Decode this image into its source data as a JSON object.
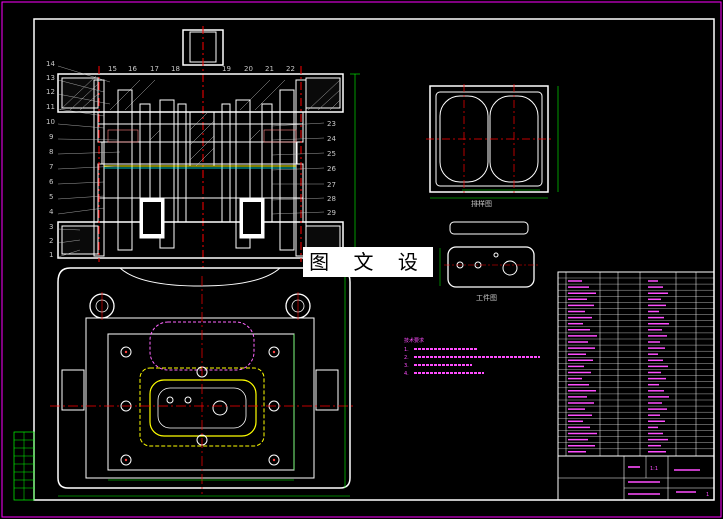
{
  "drawing": {
    "watermark": "图 文 设 计",
    "part_numbers_left": [
      "14",
      "13",
      "12",
      "11",
      "10",
      "9",
      "8",
      "7",
      "6",
      "5",
      "4",
      "3",
      "2",
      "1"
    ],
    "part_numbers_top": [
      "15",
      "16",
      "17",
      "18",
      "19",
      "20",
      "21",
      "22"
    ],
    "part_numbers_right": [
      "23",
      "24",
      "25",
      "26",
      "27",
      "28",
      "29"
    ],
    "view_labels": {
      "blank": "排样图",
      "workpiece": "工件图"
    },
    "notes": {
      "title": "技术要求",
      "items": [
        "1.",
        "2.",
        "3.",
        "4."
      ]
    },
    "title_block": {
      "scale": "1:1",
      "sheet": "1"
    },
    "colors": {
      "background": "#000000",
      "outline": "#ffffff",
      "frame": "#ff00ff",
      "center": "#ff0000",
      "dimension": "#00ff00",
      "hatch": "#00ffff",
      "label": "#ffff00"
    }
  }
}
